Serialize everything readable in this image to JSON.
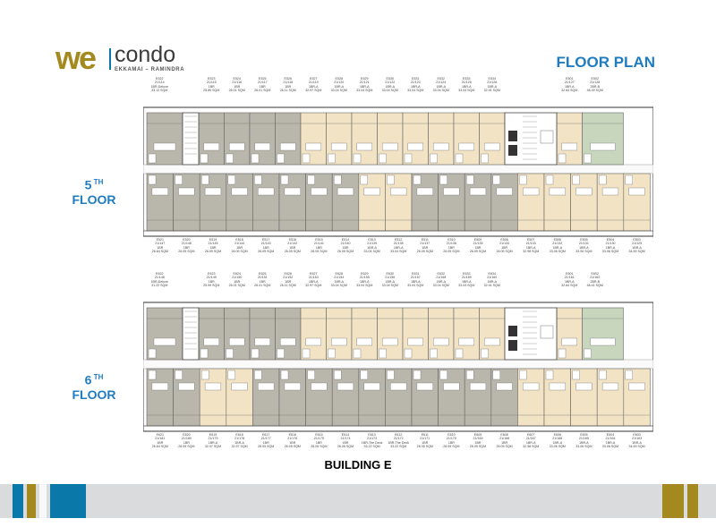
{
  "brand": {
    "we": "we",
    "condo": "condo",
    "sub": "EKKAMAI – RAMINDRA"
  },
  "title": "FLOOR PLAN",
  "building": "BUILDING E",
  "colors": {
    "accent": "#1f7cc1",
    "gold": "#a48a1e",
    "teal": "#0a78a8",
    "unitGray": "#b9b6ab",
    "unitBeige": "#f1e3c3",
    "unitGreen": "#c9d6be"
  },
  "floors": [
    {
      "num": "5",
      "sup": "TH",
      "word": "FLOOR",
      "top": [
        [
          "E522",
          "21/114",
          "1BR-Deluxe",
          "33.12 SQM"
        ],
        [
          "E523",
          "21/115",
          "1BR",
          "25.85 SQM"
        ],
        [
          "E524",
          "21/116",
          "1BR",
          "26.01 SQM"
        ],
        [
          "E525",
          "21/117",
          "1BR",
          "26.01 SQM"
        ],
        [
          "E526",
          "21/118",
          "1BR",
          "26.11 SQM"
        ],
        [
          "E527",
          "21/119",
          "1BR-A",
          "32.97 SQM"
        ],
        [
          "E528",
          "21/120",
          "1BR-A",
          "33.04 SQM"
        ],
        [
          "E529",
          "21/121",
          "1BR-A",
          "33.04 SQM"
        ],
        [
          "E530",
          "21/122",
          "1BR-A",
          "33.04 SQM"
        ],
        [
          "E531",
          "21/123",
          "1BR-A",
          "33.04 SQM"
        ],
        [
          "E532",
          "21/124",
          "1BR-A",
          "33.04 SQM"
        ],
        [
          "E533",
          "21/125",
          "1BR-A",
          "33.04 SQM"
        ],
        [
          "E534",
          "21/126",
          "1BR-A",
          "32.91 SQM"
        ],
        [
          "E501",
          "21/127",
          "1BR-A",
          "32.84 SQM"
        ],
        [
          "E502",
          "21/128",
          "2BR-B",
          "48.39 SQM"
        ]
      ],
      "bottom": [
        [
          "E521",
          "21/147",
          "1BR",
          "26.64 SQM"
        ],
        [
          "E520",
          "21/146",
          "1BR",
          "26.05 SQM"
        ],
        [
          "E519",
          "21/145",
          "1BR",
          "26.05 SQM"
        ],
        [
          "E518",
          "21/144",
          "1BR",
          "26.05 SQM"
        ],
        [
          "E517",
          "21/143",
          "1BR",
          "26.05 SQM"
        ],
        [
          "E516",
          "21/142",
          "1BR",
          "26.05 SQM"
        ],
        [
          "E515",
          "21/141",
          "1BR",
          "26.05 SQM"
        ],
        [
          "E514",
          "21/140",
          "1BR",
          "26.05 SQM"
        ],
        [
          "E513",
          "21/139",
          "1BR-A",
          "33.04 SQM"
        ],
        [
          "E512",
          "21/138",
          "1BR-A",
          "33.04 SQM"
        ],
        [
          "E511",
          "21/137",
          "1BR",
          "26.05 SQM"
        ],
        [
          "E510",
          "21/136",
          "1BR",
          "26.05 SQM"
        ],
        [
          "E509",
          "21/135",
          "1BR",
          "26.05 SQM"
        ],
        [
          "E508",
          "21/134",
          "1BR",
          "26.05 SQM"
        ],
        [
          "E507",
          "21/133",
          "1BR-A",
          "32.98 SQM"
        ],
        [
          "E506",
          "21/132",
          "1BR-A",
          "33.06 SQM"
        ],
        [
          "E505",
          "21/131",
          "1BR-A",
          "33.06 SQM"
        ],
        [
          "E504",
          "21/130",
          "1BR-A",
          "33.06 SQM"
        ],
        [
          "E503",
          "21/129",
          "1BR-A",
          "34.59 SQM"
        ]
      ]
    },
    {
      "num": "6",
      "sup": "TH",
      "word": "FLOOR",
      "top": [
        [
          "E622",
          "21/148",
          "1BR-Deluxe",
          "31.22 SQM"
        ],
        [
          "E623",
          "21/149",
          "1BR",
          "25.99 SQM"
        ],
        [
          "E624",
          "21/150",
          "1BR",
          "26.01 SQM"
        ],
        [
          "E625",
          "21/151",
          "1BR",
          "26.01 SQM"
        ],
        [
          "E626",
          "21/152",
          "1BR",
          "26.11 SQM"
        ],
        [
          "E627",
          "21/153",
          "1BR-A",
          "32.97 SQM"
        ],
        [
          "E628",
          "21/154",
          "1BR-A",
          "33.04 SQM"
        ],
        [
          "E629",
          "21/155",
          "1BR-A",
          "33.04 SQM"
        ],
        [
          "E630",
          "21/156",
          "1BR-A",
          "33.04 SQM"
        ],
        [
          "E631",
          "21/157",
          "1BR-A",
          "33.04 SQM"
        ],
        [
          "E632",
          "21/158",
          "1BR-A",
          "33.04 SQM"
        ],
        [
          "E633",
          "21/159",
          "1BR-A",
          "33.04 SQM"
        ],
        [
          "E634",
          "21/160",
          "1BR-A",
          "32.91 SQM"
        ],
        [
          "E601",
          "21/161",
          "1BR-A",
          "32.84 SQM"
        ],
        [
          "E602",
          "21/162",
          "2BR-B",
          "48.41 SQM"
        ]
      ],
      "bottom": [
        [
          "E621",
          "21/181",
          "1BR",
          "26.64 SQM"
        ],
        [
          "E620",
          "21/180",
          "1BR",
          "26.05 SQM"
        ],
        [
          "E619",
          "21/179",
          "1BR-A",
          "32.97 SQM"
        ],
        [
          "E618",
          "21/178",
          "1BR-A",
          "32.97 SQM"
        ],
        [
          "E617",
          "21/177",
          "1BR",
          "26.05 SQM"
        ],
        [
          "E616",
          "21/176",
          "1BR",
          "26.05 SQM"
        ],
        [
          "E615",
          "21/175",
          "1BR",
          "26.05 SQM"
        ],
        [
          "E614",
          "21/174",
          "1BR",
          "26.05 SQM"
        ],
        [
          "E613",
          "21/173",
          "1BR-The Deck",
          "33.22 SQM"
        ],
        [
          "E612",
          "21/172",
          "1BR-The Deck",
          "33.22 SQM"
        ],
        [
          "E611",
          "21/171",
          "1BR",
          "26.05 SQM"
        ],
        [
          "E610",
          "21/170",
          "1BR",
          "26.05 SQM"
        ],
        [
          "E609",
          "21/169",
          "1BR",
          "26.05 SQM"
        ],
        [
          "E608",
          "21/168",
          "1BR",
          "26.05 SQM"
        ],
        [
          "E607",
          "21/167",
          "1BR-A",
          "32.98 SQM"
        ],
        [
          "E606",
          "21/166",
          "1BR-A",
          "33.06 SQM"
        ],
        [
          "E605",
          "21/165",
          "1BR-A",
          "33.06 SQM"
        ],
        [
          "E604",
          "21/164",
          "1BR-A",
          "33.06 SQM"
        ],
        [
          "E603",
          "21/163",
          "1BR-A",
          "34.59 SQM"
        ]
      ]
    }
  ]
}
